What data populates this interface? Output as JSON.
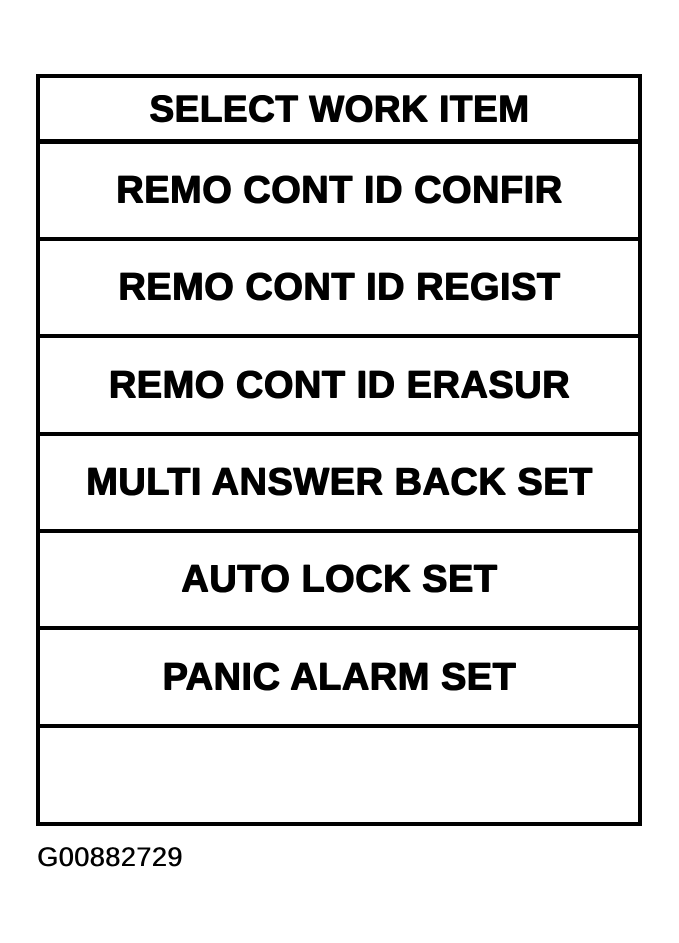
{
  "colors": {
    "ink": "#000000",
    "paper": "#ffffff"
  },
  "menu": {
    "title": "SELECT WORK ITEM",
    "items": [
      "REMO CONT ID CONFIR",
      "REMO CONT ID REGIST",
      "REMO CONT ID ERASUR",
      "MULTI ANSWER BACK SET",
      "AUTO LOCK SET",
      "PANIC ALARM SET"
    ]
  },
  "figure": {
    "code": "G00882729"
  }
}
